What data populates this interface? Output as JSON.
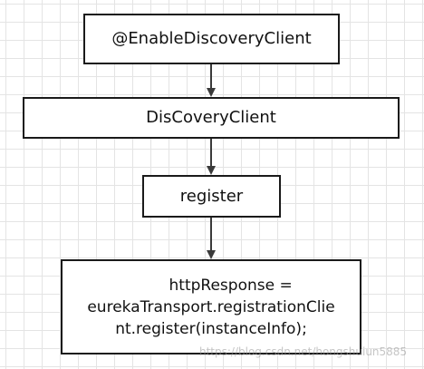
{
  "nodes": [
    {
      "id": "enable-discovery-client",
      "label": "@EnableDiscoveryClient"
    },
    {
      "id": "discovery-client",
      "label": "DisCoveryClient"
    },
    {
      "id": "register",
      "label": "register"
    },
    {
      "id": "http-response",
      "label": "        httpResponse =\neurekaTransport.registrationClie\nnt.register(instanceInfo);"
    }
  ],
  "edges": [
    {
      "from": "enable-discovery-client",
      "to": "discovery-client"
    },
    {
      "from": "discovery-client",
      "to": "register"
    },
    {
      "from": "register",
      "to": "http-response"
    }
  ],
  "colors": {
    "border": "#1a1a1a",
    "arrow": "#3a3a3a",
    "grid": "#e4e4e4"
  },
  "watermark": "https://blog.csdn.net/hongshuiun5885"
}
